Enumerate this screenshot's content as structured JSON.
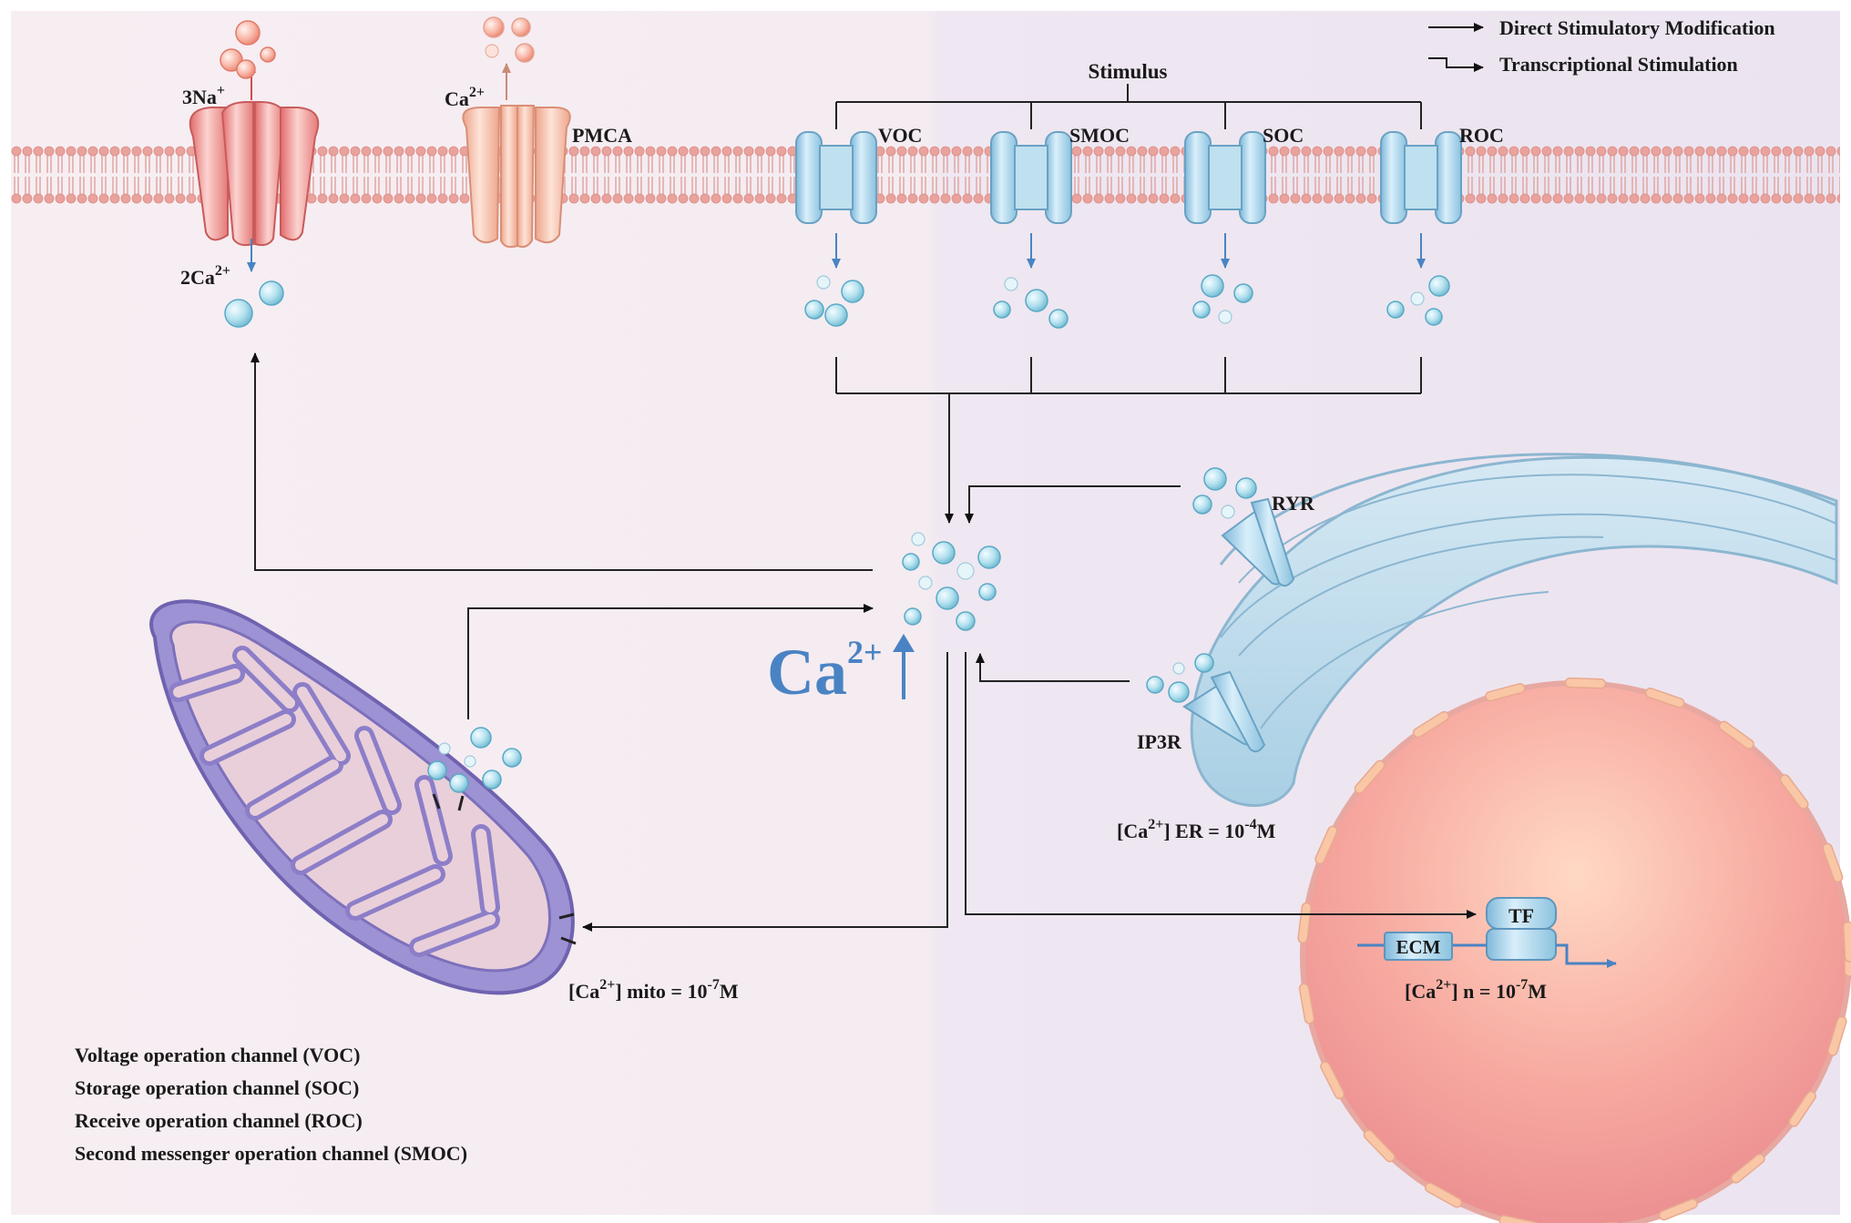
{
  "legend": {
    "direct": "Direct Stimulatory Modification",
    "transcriptional": "Transcriptional Stimulation"
  },
  "stimulus": "Stimulus",
  "channels": {
    "voc": "VOC",
    "smoc": "SMOC",
    "soc": "SOC",
    "roc": "ROC"
  },
  "pumps": {
    "ncx_out": "3Na",
    "ncx_out_sup": "+",
    "ncx_in": "2Ca",
    "ncx_in_sup": "2+",
    "pmca_ion": "Ca",
    "pmca_ion_sup": "2+",
    "pmca": "PMCA"
  },
  "cytosol": {
    "ion": "Ca",
    "sup": "2+"
  },
  "er": {
    "ryr": "RYR",
    "ip3r": "IP3R",
    "conc_pre": "[Ca",
    "conc_sup": "2+",
    "conc_mid": "] ER = 10",
    "conc_exp": "-4",
    "conc_unit": "M"
  },
  "mito": {
    "conc_pre": "[Ca",
    "conc_sup": "2+",
    "conc_mid": "] mito = 10",
    "conc_exp": "-7",
    "conc_unit": "M"
  },
  "nucleus": {
    "tf": "TF",
    "ecm": "ECM",
    "conc_pre": "[Ca",
    "conc_sup": "2+",
    "conc_mid": "] n = 10",
    "conc_exp": "-7",
    "conc_unit": "M"
  },
  "abbreviations": [
    "Voltage operation channel (VOC)",
    "Storage operation channel (SOC)",
    "Receive operation channel (ROC)",
    "Second messenger operation channel (SMOC)"
  ],
  "colors": {
    "background": "#f5eef2",
    "membrane_head": "#e9a6a0",
    "channel_blue": "#a9d3e6",
    "ion_blue": "#8fcde0",
    "ncx_red": "#f08a8a",
    "pmca_peach": "#f7c2ae",
    "mito_purple": "#9b8fd0",
    "er_blue": "#c2dcec",
    "nucleus_pink": "#f3a5a5",
    "ca_text": "#4a83c3"
  }
}
